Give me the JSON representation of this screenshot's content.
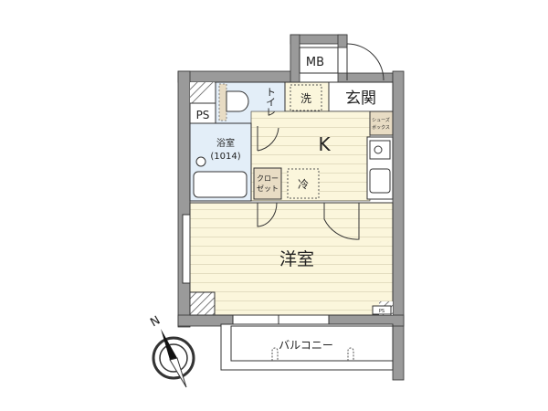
{
  "rooms": {
    "mb": "MB",
    "genkan": "玄関",
    "toilet": "トイレ",
    "ps_top": "PS",
    "wash": "洗",
    "kitchen": "K",
    "shoebox_line1": "シューズ",
    "shoebox_line2": "ボックス",
    "bath": "浴室",
    "bath_size": "(1014)",
    "closet_line1": "クロー",
    "closet_line2": "ゼット",
    "fridge": "冷",
    "western_room": "洋室",
    "ps_bottom": "PS",
    "balcony": "バルコニー"
  },
  "compass": {
    "label": "N"
  },
  "colors": {
    "wall": "#9a9a9a",
    "wet_area": "#e3eef8",
    "floor": "#fbf6dc",
    "storage": "#e8dcc4",
    "line": "#333333"
  }
}
